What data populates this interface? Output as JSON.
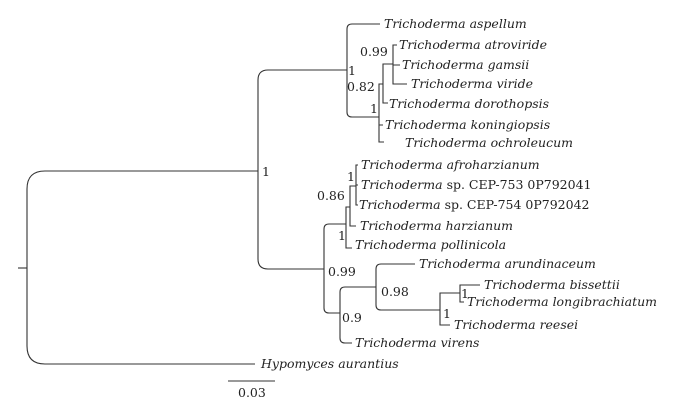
{
  "taxa": {
    "aspellum": {
      "genus": "Trichoderma",
      "species": "aspellum"
    },
    "atroviride": {
      "genus": "Trichoderma",
      "species": "atroviride"
    },
    "gamsii": {
      "genus": "Trichoderma",
      "species": "gamsii"
    },
    "viride": {
      "genus": "Trichoderma",
      "species": "viride"
    },
    "dorothopsis": {
      "genus": "Trichoderma",
      "species": "dorothopsis"
    },
    "koningiopsis": {
      "genus": "Trichoderma",
      "species": "koningiopsis"
    },
    "ochroleucum": {
      "genus": "Trichoderma",
      "species": "ochroleucum"
    },
    "afroharzianum": {
      "genus": "Trichoderma",
      "species": "afroharzianum"
    },
    "cep753": {
      "genus": "Trichoderma",
      "rest": "sp. CEP-753 0P792041"
    },
    "cep754": {
      "genus": "Trichoderma",
      "rest": "sp. CEP-754 0P792042"
    },
    "harzianum": {
      "genus": "Trichoderma",
      "species": "harzianum"
    },
    "pollinicola": {
      "genus": "Trichoderma",
      "species": "pollinicola"
    },
    "arundinaceum": {
      "genus": "Trichoderma",
      "species": "arundinaceum"
    },
    "bissettii": {
      "genus": "Trichoderma",
      "species": "bissettii"
    },
    "longibrachiatum": {
      "genus": "Trichoderma",
      "species": "longibrachiatum"
    },
    "reesei": {
      "genus": "Trichoderma",
      "species": "reesei"
    },
    "virens": {
      "genus": "Trichoderma",
      "species": "virens"
    },
    "hypomyces": {
      "genus": "Hypomyces",
      "species": "aurantius"
    }
  },
  "support": {
    "trichoderma_root": "1",
    "viride_clade": "1",
    "atroviride_node": "0.99",
    "gamsii_dorothopsis_node": "0.82",
    "koningiopsis_node": "1",
    "afroharzianum_node": "1",
    "harzianum_node": "0.86",
    "pollinicola_node": "1",
    "lower_clade": "0.99",
    "arundinaceum_node": "0.98",
    "reesei_node": "1",
    "bissettii_node": "1",
    "virens_node": "0.9"
  },
  "scale_bar": {
    "label": "0.03"
  }
}
